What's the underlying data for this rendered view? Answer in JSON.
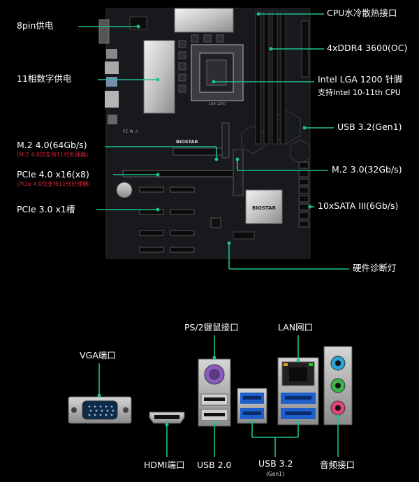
{
  "colors": {
    "accent": "#1fbf8f",
    "warning_red": "#e0203a",
    "board": "#17191c"
  },
  "board_labels": {
    "left": {
      "pin8": "8pin供电",
      "vrm": "11相数字供电",
      "m2_40": "M.2 4.0(64Gb/s)",
      "m2_40_note": "(M.2 4.0仅支持11代处理器)",
      "pcie40": "PCIe 4.0 x16(x8)",
      "pcie40_note": "(PCIe 4.0仅支持11代处理器)",
      "pcie30": "PCIe 3.0 x1槽"
    },
    "right": {
      "cpu_cool": "CPU水冷散热接口",
      "ddr4": "4xDDR4 3600(OC)",
      "socket": "Intel LGA 1200 针脚",
      "socket_note": "支持Intel 10-11th CPU",
      "usb32": "USB 3.2(Gen1)",
      "m2_30": "M.2 3.0(32Gb/s)",
      "sata": "10xSATA III(6Gb/s)",
      "diag": "硬件诊断灯"
    }
  },
  "brand": "BIOSTAR",
  "io_labels": {
    "vga": "VGA端口",
    "ps2": "PS/2键鼠接口",
    "lan": "LAN网口",
    "hdmi": "HDMI端口",
    "usb20": "USB 2.0",
    "usb32": "USB 3.2",
    "usb32_sub": "(Gen1)",
    "audio": "音频接口"
  }
}
